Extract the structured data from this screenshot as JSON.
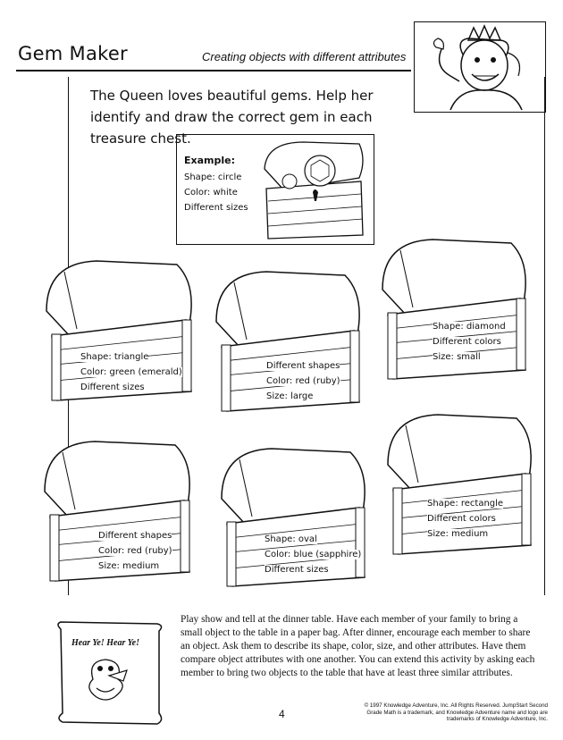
{
  "header": {
    "title": "Gem Maker",
    "subtitle": "Creating objects with different attributes"
  },
  "intro": "The Queen loves beautiful gems. Help her identify and draw the correct gem in each treasure chest.",
  "example": {
    "heading": "Example:",
    "lines": [
      "Shape: circle",
      "Color: white",
      "Different sizes"
    ]
  },
  "chests": [
    {
      "lines": [
        "Shape: triangle",
        "Color: green (emerald)",
        "Different sizes"
      ]
    },
    {
      "lines": [
        "Different shapes",
        "Color: red (ruby)",
        "Size: large"
      ]
    },
    {
      "lines": [
        "Shape: diamond",
        "Different colors",
        "Size: small"
      ]
    },
    {
      "lines": [
        "Different shapes",
        "Color: red (ruby)",
        "Size: medium"
      ]
    },
    {
      "lines": [
        "Shape: oval",
        "Color: blue (sapphire)",
        "Different sizes"
      ]
    },
    {
      "lines": [
        "Shape: rectangle",
        "Different colors",
        "Size: medium"
      ]
    }
  ],
  "scroll_text": "Hear Ye! Hear Ye!",
  "body_text": "Play show and tell at the dinner table. Have each member of your family to bring a small object to the table in a paper bag. After dinner, encourage each member to share an object. Ask them to describe its shape, color, size, and other attributes. Have them compare object attributes with one another. You can extend this activity by asking each member to bring two objects to the table that have at least three similar attributes.",
  "page_number": "4",
  "copyright": "© 1997 Knowledge Adventure, Inc. All Rights Reserved. JumpStart Second Grade Math is a trademark, and Knowledge Adventure name and logo are trademarks of Knowledge Adventure, Inc."
}
